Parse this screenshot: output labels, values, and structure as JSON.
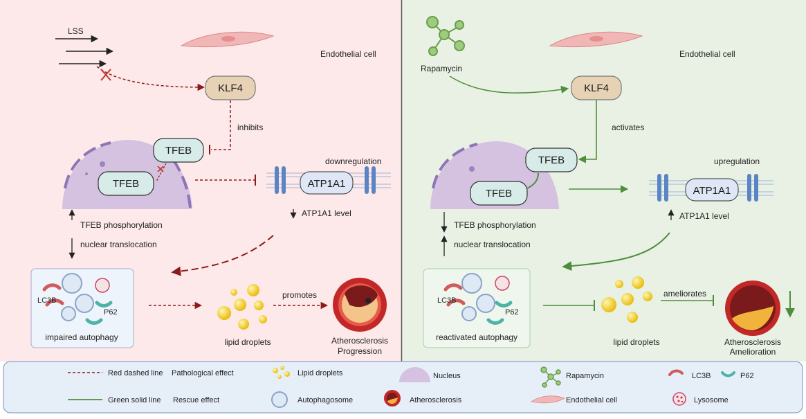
{
  "left_panel": {
    "lss_label": "LSS",
    "cell_label": "Endothelial cell",
    "klf4": "KLF4",
    "inhibits": "inhibits",
    "tfeb_outer": "TFEB",
    "tfeb_inner": "TFEB",
    "downregulation": "downregulation",
    "atp1a1": "ATP1A1",
    "atp1a1_level": "ATP1A1 level",
    "tfeb_phos": "TFEB phosphorylation",
    "nuclear_trans": "nuclear translocation",
    "lc3b": "LC3B",
    "p62": "P62",
    "autophagy": "impaired autophagy",
    "lipid": "lipid droplets",
    "promotes": "promotes",
    "athero_1": "Atherosclerosis",
    "athero_2": "Progression"
  },
  "right_panel": {
    "rapamycin": "Rapamycin",
    "cell_label": "Endothelial cell",
    "klf4": "KLF4",
    "activates": "activates",
    "tfeb_outer": "TFEB",
    "tfeb_inner": "TFEB",
    "upregulation": "upregulation",
    "atp1a1": "ATP1A1",
    "atp1a1_level": "ATP1A1 level",
    "tfeb_phos": "TFEB phosphorylation",
    "nuclear_trans": "nuclear translocation",
    "lc3b": "LC3B",
    "p62": "P62",
    "autophagy": "reactivated autophagy",
    "lipid": "lipid droplets",
    "ameliorates": "ameliorates",
    "athero_1": "Atherosclerosis",
    "athero_2": "Amelioration"
  },
  "legend": {
    "red_line": "Red dashed line",
    "red_effect": "Pathological effect",
    "green_line": "Green solid line",
    "green_effect": "Rescue effect",
    "lipid": "Lipid droplets",
    "autophagosome": "Autophagosome",
    "nucleus": "Nucleus",
    "atherosclerosis": "Atherosclerosis",
    "rapamycin": "Rapamycin",
    "endothelial": "Endothelial cell",
    "lc3b": "LC3B",
    "p62": "P62",
    "lysosome": "Lysosome"
  },
  "colors": {
    "left_bg": "#fde9e9",
    "right_bg": "#e9f1e4",
    "legend_bg": "#e6eef8",
    "red": "#8b1a1a",
    "green": "#4e8d3a",
    "node_fill": "#e8d2b5",
    "tfeb_fill": "#d7ece8",
    "nucleus": "#d4c2e0"
  }
}
